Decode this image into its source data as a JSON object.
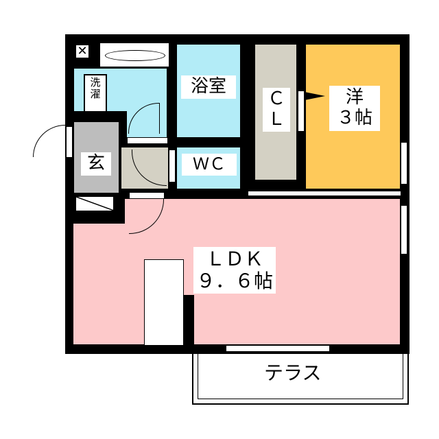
{
  "rooms": {
    "bath": {
      "label": "浴室"
    },
    "laundry": {
      "label_1": "洗",
      "label_2": "濯"
    },
    "entrance": {
      "label": "玄"
    },
    "wc": {
      "label": "ＷＣ"
    },
    "closet": {
      "label_1": "Ｃ",
      "label_2": "Ｌ"
    },
    "western": {
      "label_1": "洋",
      "label_2": "３帖"
    },
    "ldk": {
      "label_1": "ＬＤＫ",
      "label_2": "９．６帖"
    },
    "terrace": {
      "label": "テラス"
    }
  },
  "colors": {
    "wall": "#000000",
    "wet": "#b3ecf7",
    "western": "#fec95a",
    "ldk": "#fdc9ca",
    "closet": "#d4d1c4",
    "entrance": "#bdbdbd",
    "hall": "#d4d1c4"
  }
}
